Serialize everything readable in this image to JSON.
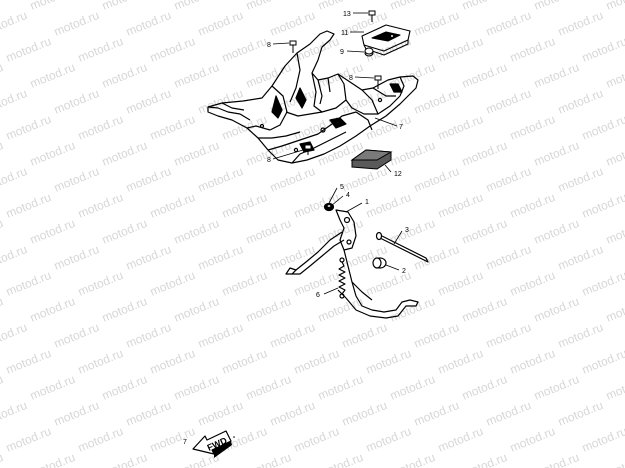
{
  "watermark": {
    "text": "motod.ru",
    "color": "#d7d7d7"
  },
  "callouts": [
    {
      "id": "c13",
      "label": "13"
    },
    {
      "id": "c11",
      "label": "11"
    },
    {
      "id": "c9",
      "label": "9"
    },
    {
      "id": "c8a",
      "label": "8"
    },
    {
      "id": "c8b",
      "label": "8"
    },
    {
      "id": "c7",
      "label": "7"
    },
    {
      "id": "c8c",
      "label": "8"
    },
    {
      "id": "c12",
      "label": "12"
    },
    {
      "id": "c5",
      "label": "5"
    },
    {
      "id": "c4",
      "label": "4"
    },
    {
      "id": "c1",
      "label": "1"
    },
    {
      "id": "c3",
      "label": "3"
    },
    {
      "id": "c2",
      "label": "2"
    },
    {
      "id": "c6",
      "label": "6"
    }
  ],
  "fwd": {
    "label": "FWD",
    "side_mark": "7"
  },
  "colors": {
    "line": "#000000",
    "pad": "#5a5a5a"
  }
}
